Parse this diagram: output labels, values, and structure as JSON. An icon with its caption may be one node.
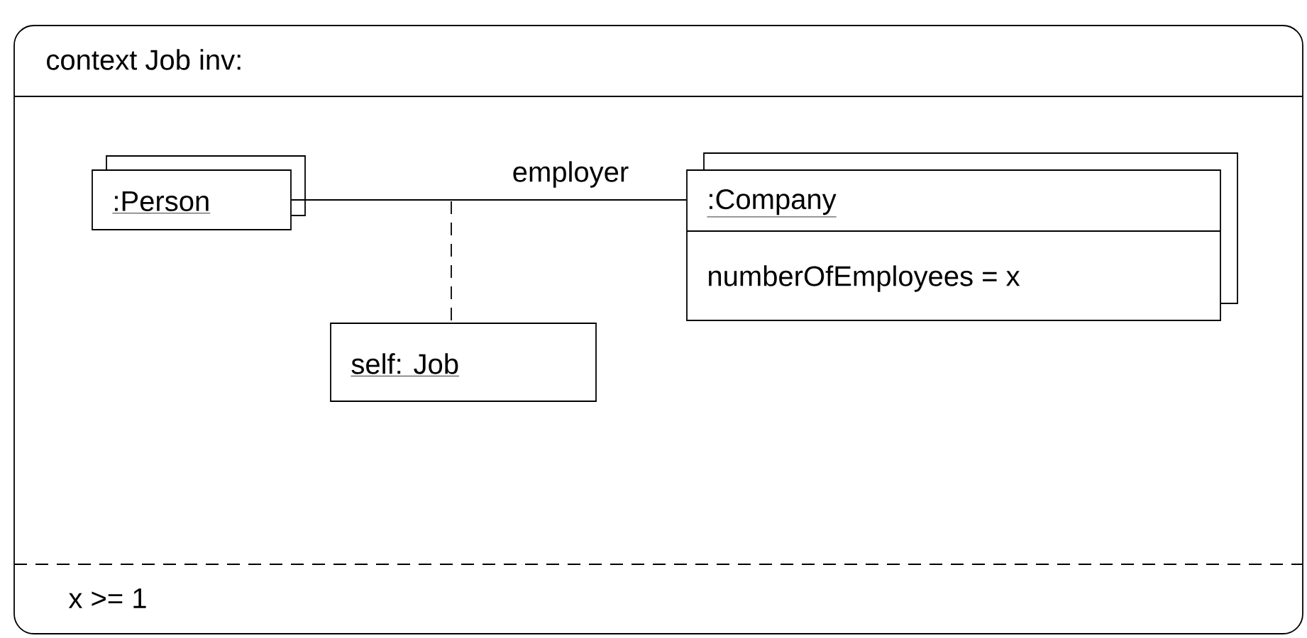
{
  "diagram": {
    "nodes": [
      {
        "text": [
          "context Job inv:",
          "x >= 1"
        ]
      },
      {
        "text": [
          ":Person"
        ],
        "in": 0
      },
      {
        "text": [
          ":Company",
          "numberOfEmployees = x"
        ],
        "in": 0
      },
      {
        "text": [
          "self: Job"
        ],
        "in": 0
      }
    ],
    "edges": [
      {
        "from": 1,
        "to": 2,
        "arrow": "none",
        "label": "employer"
      },
      {
        "from": null,
        "to": 3,
        "arrow": "none",
        "style": "dashed"
      }
    ]
  }
}
